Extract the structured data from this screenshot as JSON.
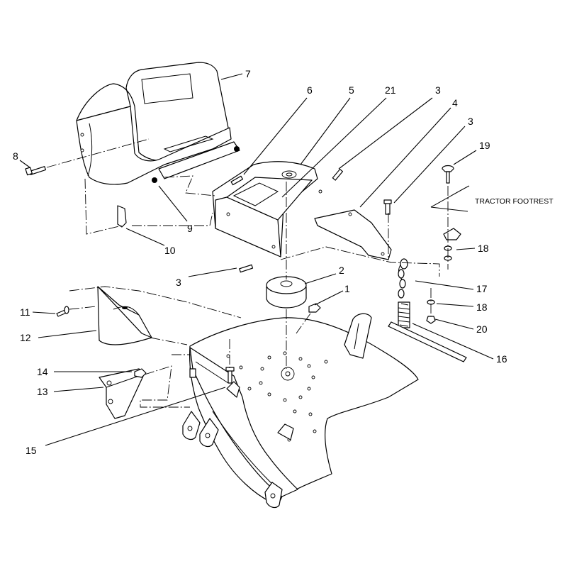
{
  "diagram": {
    "callouts": [
      {
        "id": "c7",
        "label": "7"
      },
      {
        "id": "c6",
        "label": "6"
      },
      {
        "id": "c5",
        "label": "5"
      },
      {
        "id": "c21",
        "label": "21"
      },
      {
        "id": "c3a",
        "label": "3"
      },
      {
        "id": "c4",
        "label": "4"
      },
      {
        "id": "c3b",
        "label": "3"
      },
      {
        "id": "c19",
        "label": "19"
      },
      {
        "id": "c8",
        "label": "8"
      },
      {
        "id": "c9",
        "label": "9"
      },
      {
        "id": "c10",
        "label": "10"
      },
      {
        "id": "c18a",
        "label": "18"
      },
      {
        "id": "c3c",
        "label": "3"
      },
      {
        "id": "c2",
        "label": "2"
      },
      {
        "id": "c1",
        "label": "1"
      },
      {
        "id": "c17",
        "label": "17"
      },
      {
        "id": "c18b",
        "label": "18"
      },
      {
        "id": "c11",
        "label": "11"
      },
      {
        "id": "c12",
        "label": "12"
      },
      {
        "id": "c20",
        "label": "20"
      },
      {
        "id": "c16",
        "label": "16"
      },
      {
        "id": "c14",
        "label": "14"
      },
      {
        "id": "c13",
        "label": "13"
      },
      {
        "id": "c15",
        "label": "15"
      }
    ],
    "note": "TRACTOR FOOTREST"
  }
}
